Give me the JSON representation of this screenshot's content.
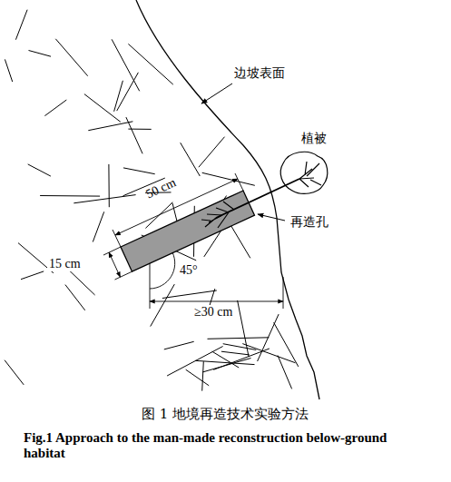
{
  "diagram": {
    "caption": "图 1 地境再造技术实验方法",
    "labels": [
      "边坡表面",
      "植被",
      "50 cm",
      "再造孔",
      "15 cm",
      "45°",
      "≥30 cm",
      "Fig.1 Approach to the man-made reconstruction below-ground habitat"
    ]
  }
}
